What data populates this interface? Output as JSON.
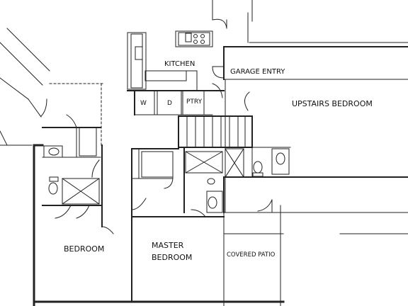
{
  "rooms": {
    "kitchen": "KITCHEN",
    "garage_entry": "GARAGE ENTRY",
    "upstairs_bedroom": "UPSTAIRS BEDROOM",
    "washer": "W",
    "dryer": "D",
    "pantry": "PTRY",
    "bedroom": "BEDROOM",
    "master_line1": "MASTER",
    "master_line2": "BEDROOM",
    "covered_patio": "COVERED PATIO"
  }
}
